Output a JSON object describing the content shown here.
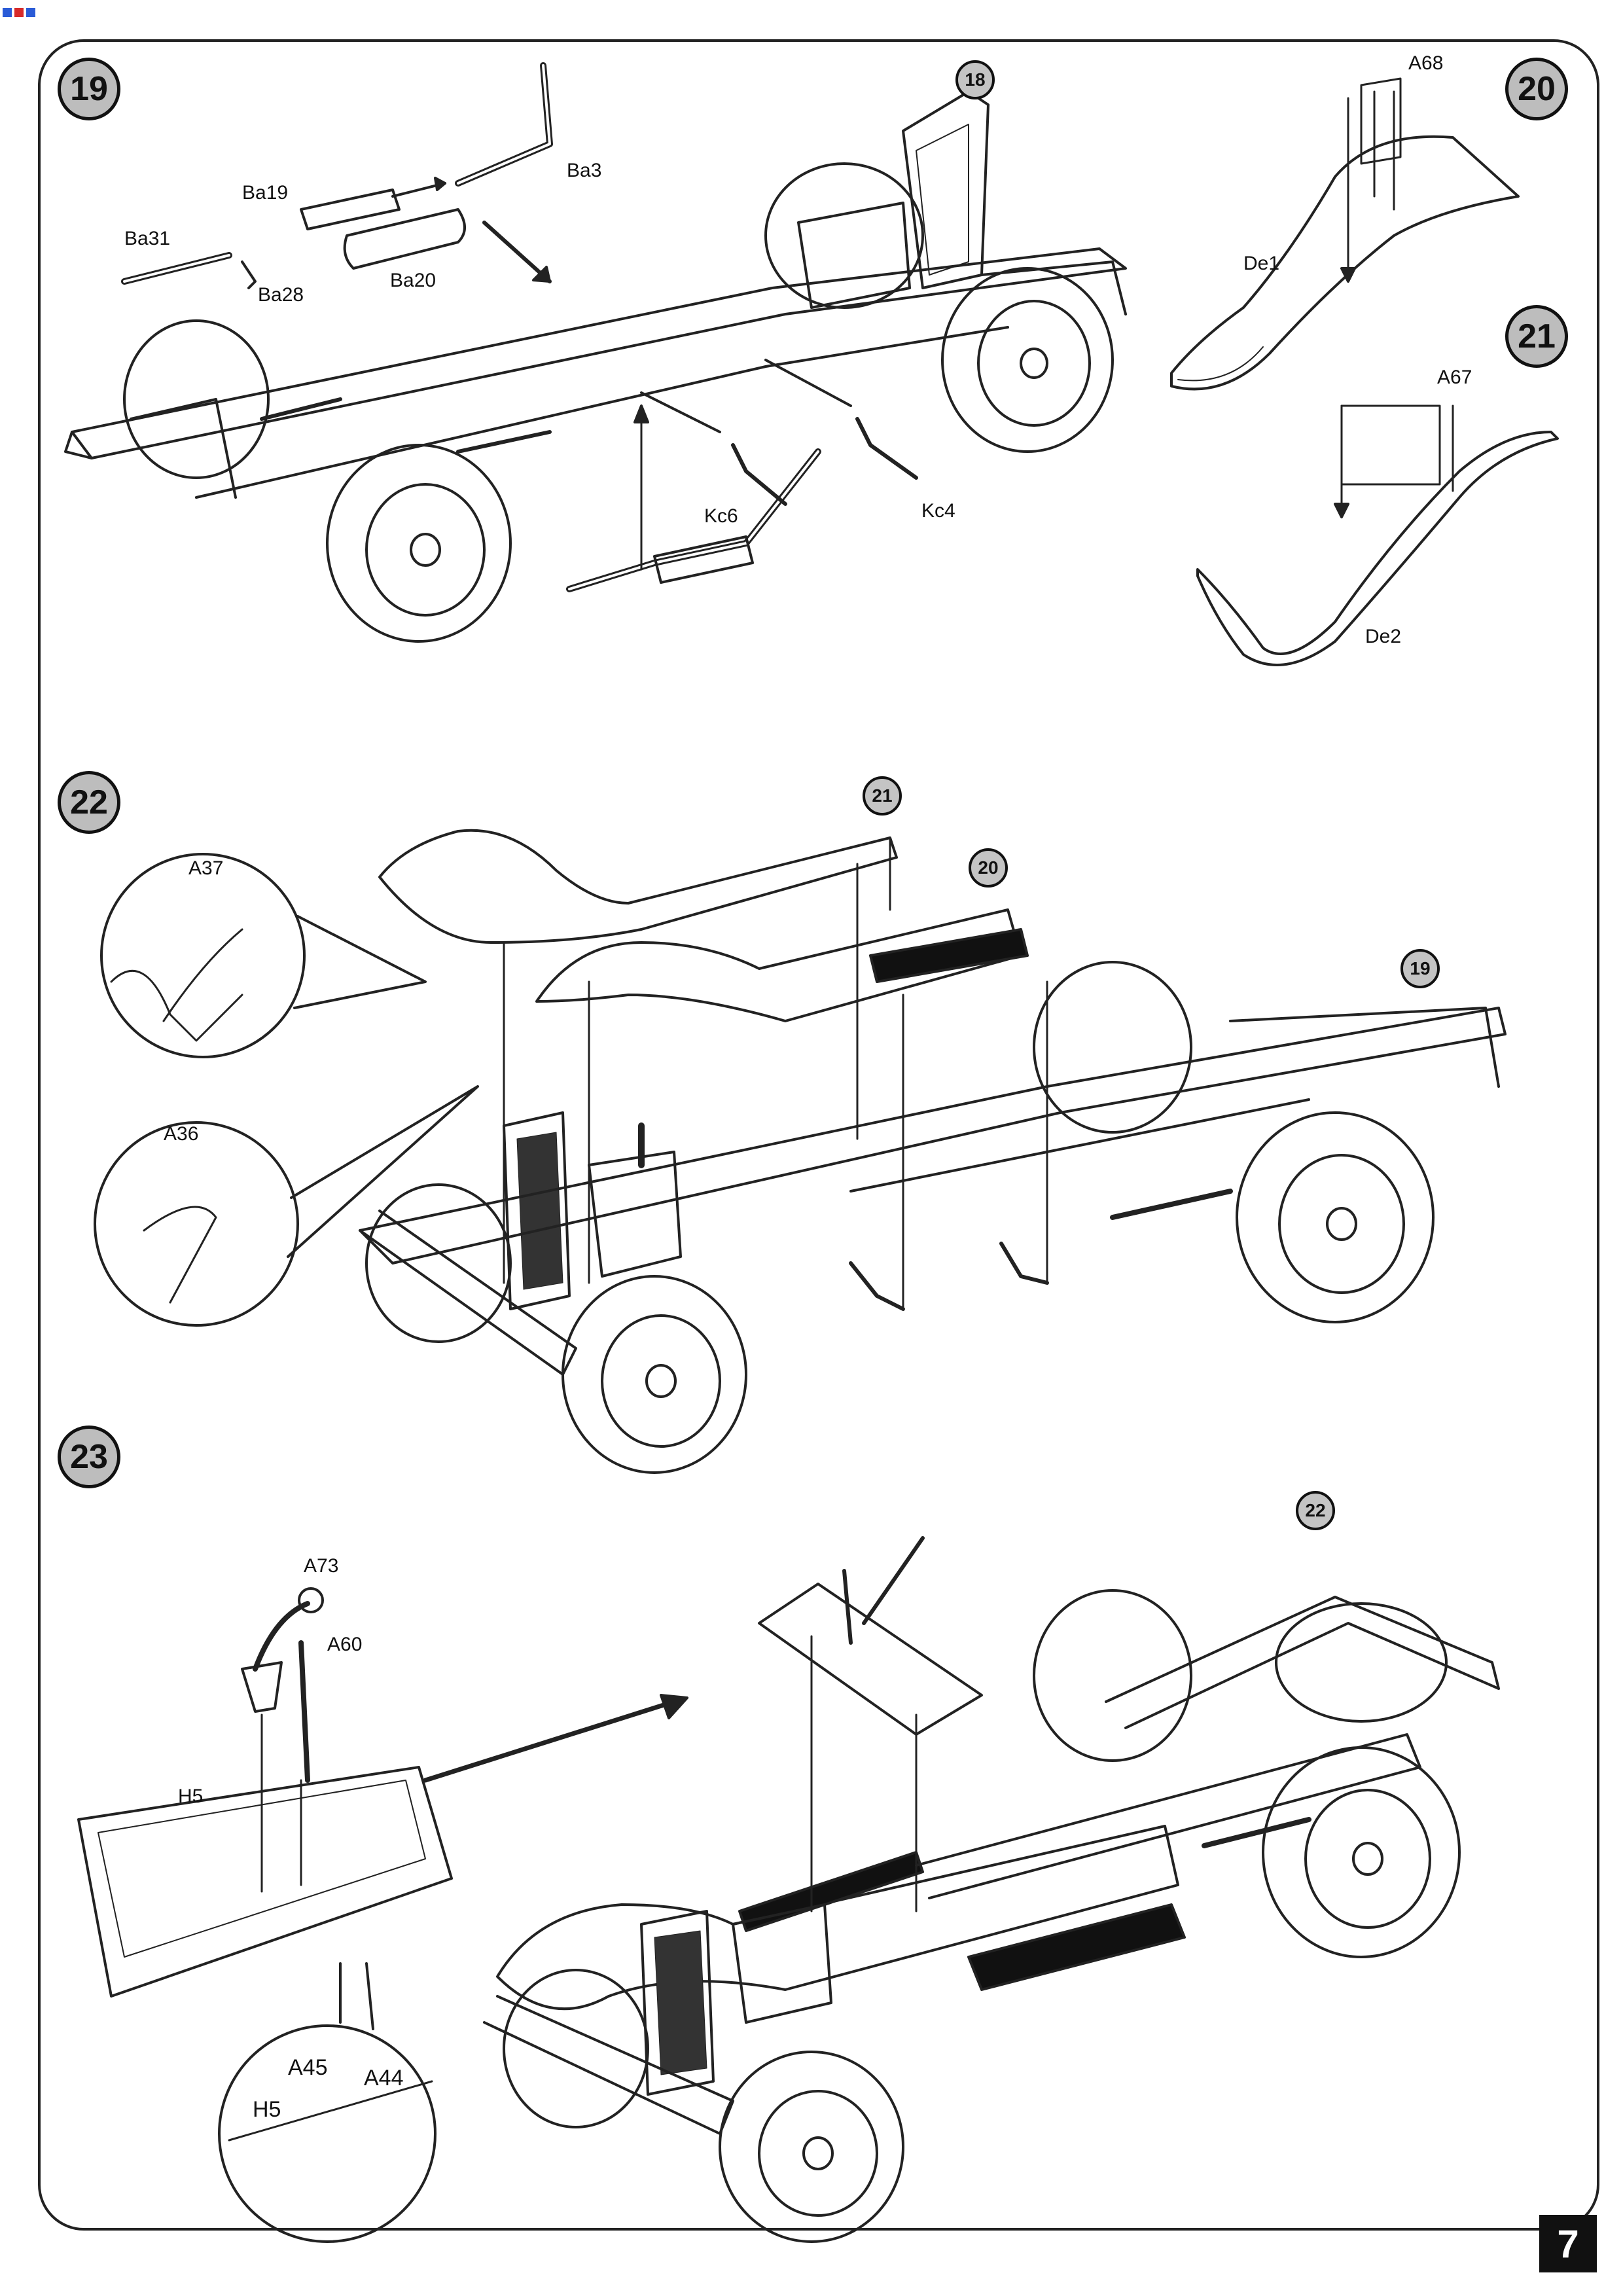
{
  "page_number": "7",
  "steps": {
    "s19": "19",
    "s20": "20",
    "s21": "21",
    "s22": "22",
    "s23": "23"
  },
  "refs": {
    "r18": "18",
    "r21": "21",
    "r20": "20",
    "r19": "19",
    "r22": "22"
  },
  "parts": {
    "ba3": "Ba3",
    "ba19": "Ba19",
    "ba31": "Ba31",
    "ba20": "Ba20",
    "ba28": "Ba28",
    "kc6": "Kc6",
    "kc4": "Kc4",
    "a68": "A68",
    "de1": "De1",
    "a67": "A67",
    "de2": "De2",
    "a37": "A37",
    "a36": "A36",
    "a73": "A73",
    "a60": "A60",
    "h5": "H5",
    "a45": "A45",
    "a44": "A44",
    "h5_detail": "H5"
  },
  "colors": {
    "line": "#222222",
    "badge_fill": "#bdbdbd",
    "tread": "#111111"
  }
}
